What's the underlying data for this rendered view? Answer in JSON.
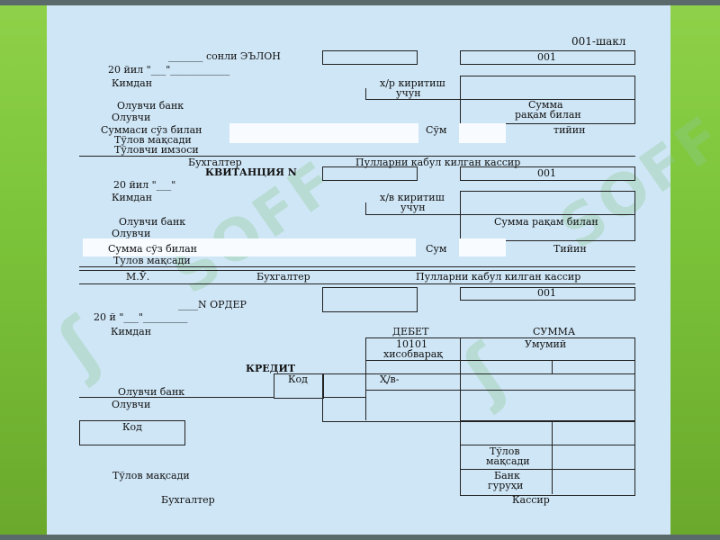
{
  "form_code": "001-шакл",
  "watermark": "SOFF",
  "notice": {
    "title": "_______ сонли ЭЪЛОН",
    "date": "20 йил \"___\"____________",
    "number": "001",
    "from": "Кимдан",
    "account_label_1": "х/р киритиш",
    "account_label_2": "учун",
    "payee_bank": "Олувчи банк",
    "payee": "Олувчи",
    "amount_label_1": "Сумма",
    "amount_label_2": "рақам билан",
    "amount_words": "Суммаси сўз билан",
    "currency": "Сўм",
    "tiyin": "тийин",
    "purpose": "Тўлов мақсади",
    "signature": "Тўловчи имзоси",
    "accountant": "Бухгалтер",
    "cashier": "Пулларни кабул килган кассир"
  },
  "receipt": {
    "title": "КВИТАНЦИЯ N",
    "number": "001",
    "date": "20 йил \"___\"",
    "from": "Кимдан",
    "account_label_1": "х/в киритиш",
    "account_label_2": "учун",
    "payee_bank": "Олувчи банк",
    "amount_digits": "Сумма рақам билан",
    "payee": "Олувчи",
    "amount_words": "Сумма сўз билан",
    "currency": "Сум",
    "tiyin": "Тийин",
    "purpose": "Тулов мақсади",
    "stamp": "М.Ў.",
    "accountant": "Бухгалтер",
    "cashier": "Пулларни кабул килган кассир"
  },
  "order": {
    "number": "001",
    "title": "____N ОРДЕР",
    "date": "20 й \"___\"_________",
    "from": "Кимдан",
    "debit": "ДЕБЕТ",
    "sum": "СУММА",
    "account_no": "10101",
    "account_name": "хисобварақ",
    "total": "Умумий",
    "credit": "КРЕДИТ",
    "code": "Код",
    "account": "Ҳ/в-",
    "payee_bank": "Олувчи банк",
    "payee": "Олувчи",
    "code2": "Код",
    "purpose_label_1": "Тўлов",
    "purpose_label_2": "мақсади",
    "purpose": "Тўлов мақсади",
    "bank_group_1": "Банк",
    "bank_group_2": "гуруҳи",
    "accountant": "Бухгалтер",
    "cashier": "Кассир"
  }
}
